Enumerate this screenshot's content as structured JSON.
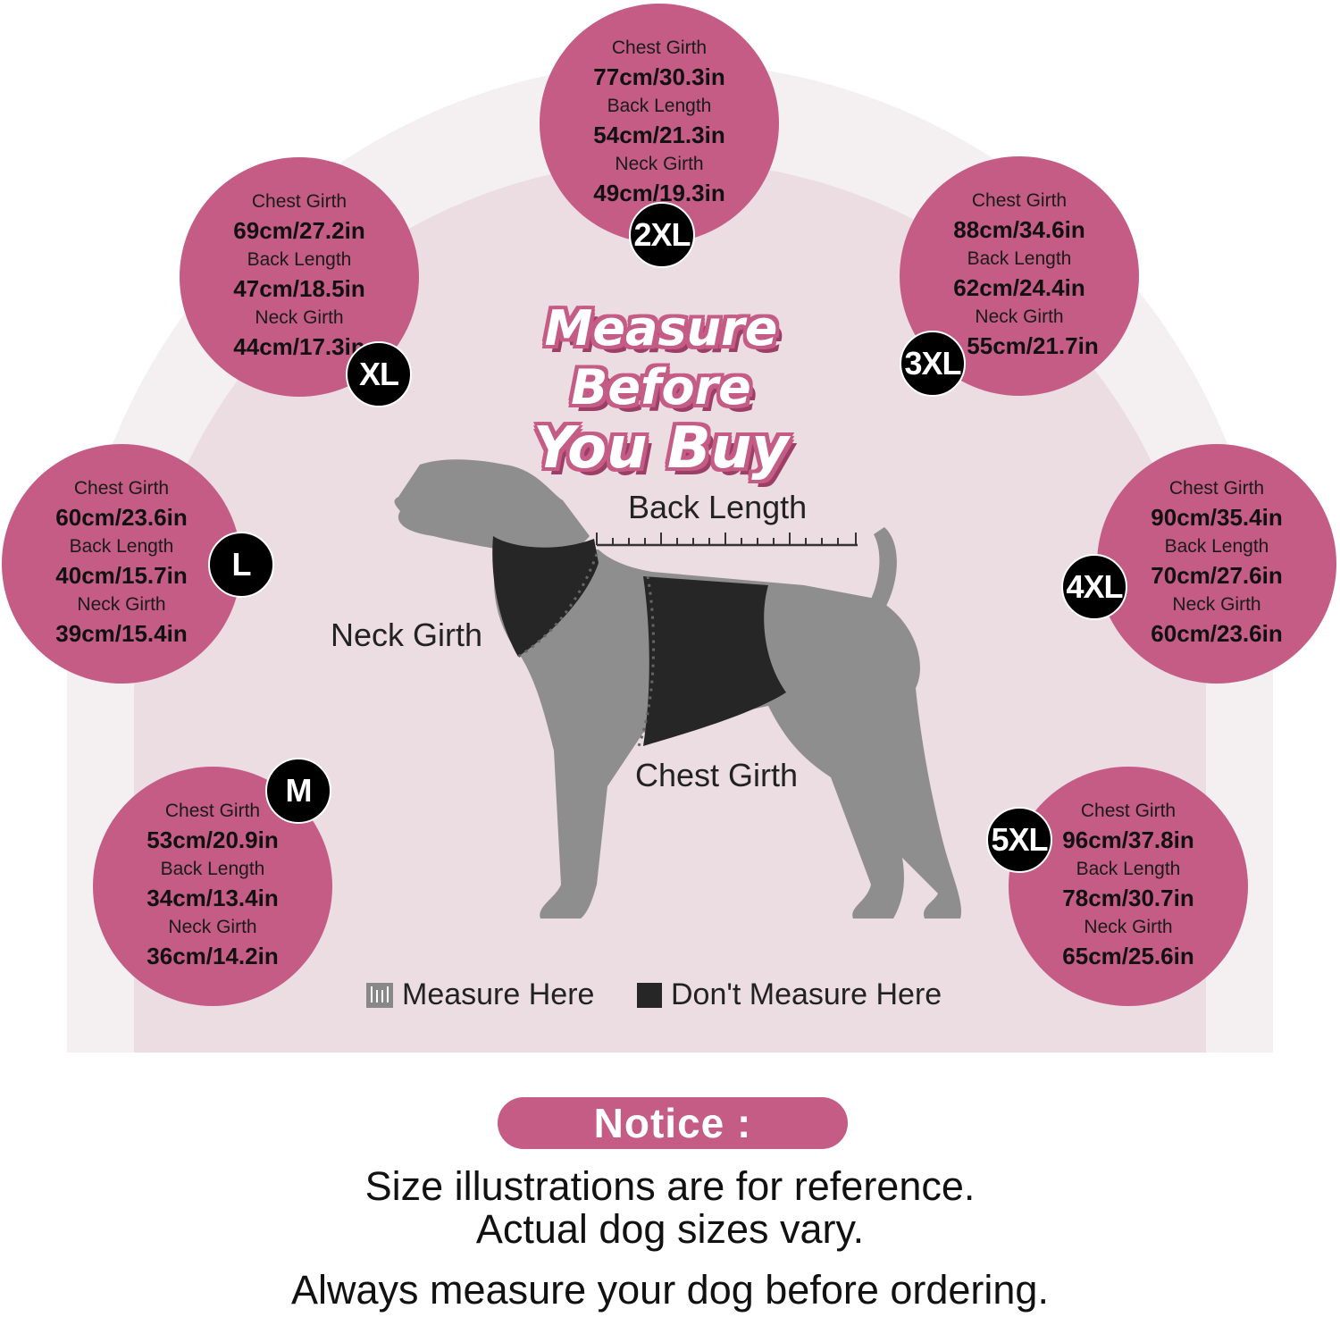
{
  "headline": {
    "line1": "Measure Before",
    "line2": "You Buy"
  },
  "labels": {
    "chest": "Chest Girth",
    "back": "Back Length",
    "neck": "Neck Girth"
  },
  "sizes": [
    {
      "size": "M",
      "chest": "53cm/20.9in",
      "back": "34cm/13.4in",
      "neck": "36cm/14.2in"
    },
    {
      "size": "L",
      "chest": "60cm/23.6in",
      "back": "40cm/15.7in",
      "neck": "39cm/15.4in"
    },
    {
      "size": "XL",
      "chest": "69cm/27.2in",
      "back": "47cm/18.5in",
      "neck": "44cm/17.3in"
    },
    {
      "size": "2XL",
      "chest": "77cm/30.3in",
      "back": "54cm/21.3in",
      "neck": "49cm/19.3in"
    },
    {
      "size": "3XL",
      "chest": "88cm/34.6in",
      "back": "62cm/24.4in",
      "neck": "55cm/21.7in"
    },
    {
      "size": "4XL",
      "chest": "90cm/35.4in",
      "back": "70cm/27.6in",
      "neck": "60cm/23.6in"
    },
    {
      "size": "5XL",
      "chest": "96cm/37.8in",
      "back": "78cm/30.7in",
      "neck": "65cm/25.6in"
    }
  ],
  "diagram": {
    "back_length": "Back Length",
    "neck_girth": "Neck Girth",
    "chest_girth": "Chest Girth"
  },
  "legend": {
    "measure": "Measure Here",
    "dont_measure": "Don't Measure Here"
  },
  "notice": {
    "title": "Notice :",
    "line1": "Size illustrations are for reference.",
    "line2": "Actual dog sizes vary.",
    "line3": "Always measure your dog before ordering."
  },
  "colors": {
    "bubble": "#c55c86",
    "outer_arch": "#f4f0f2",
    "inner_arch": "#ecdde3",
    "dog": "#8e8e8e",
    "vest": "#262626"
  }
}
